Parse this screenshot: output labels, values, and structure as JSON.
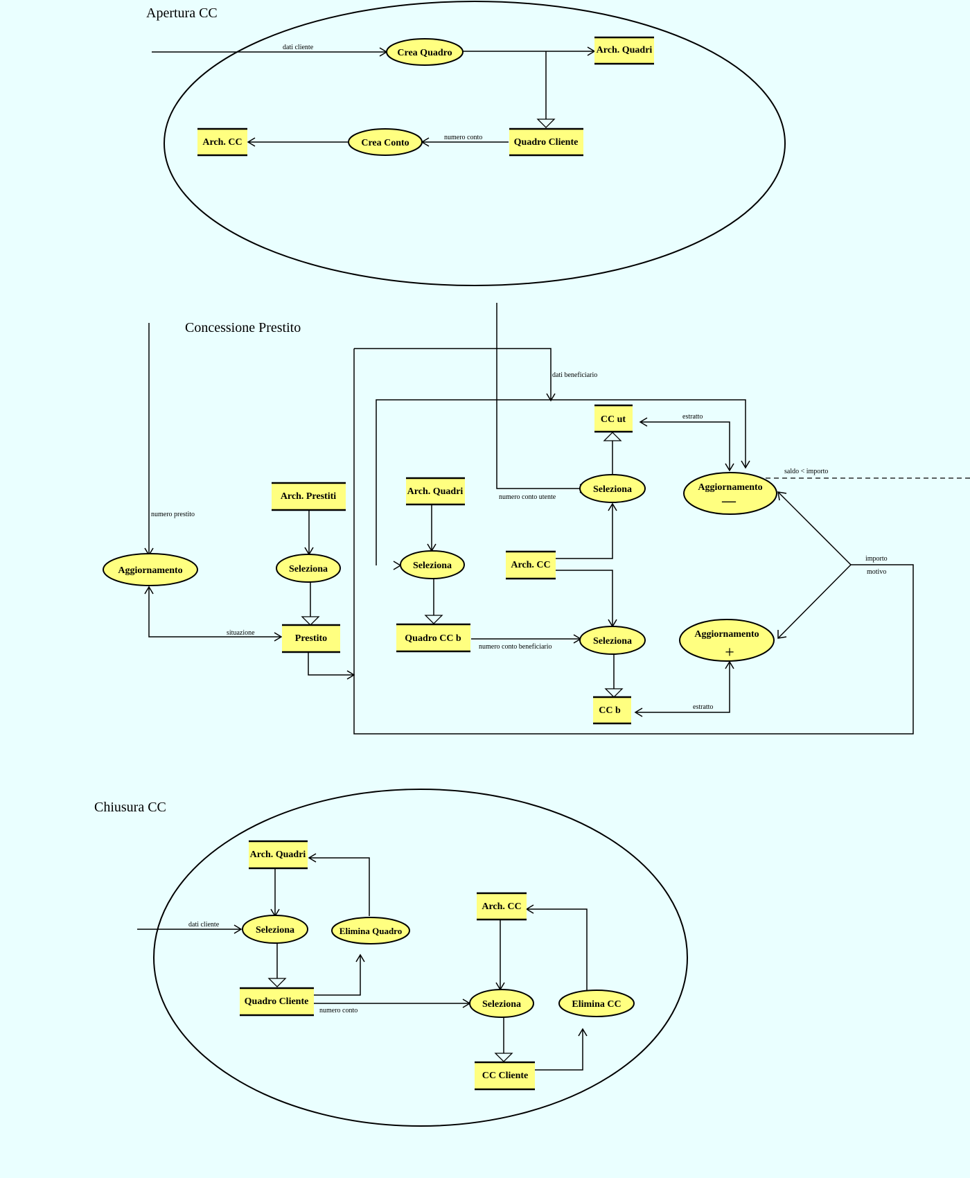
{
  "sections": {
    "apertura_cc": "Apertura CC",
    "concessione_prestito": "Concessione Prestito",
    "chiusura_cc": "Chiusura CC"
  },
  "stores": {
    "ap_arch_quadri": "Arch. Quadri",
    "ap_arch_cc": "Arch.  CC",
    "ap_quadro_cliente": "Quadro Cliente",
    "cp_arch_prestiti": "Arch.  Prestiti",
    "cp_prestito": "Prestito",
    "cp_arch_quadri": "Arch. Quadri",
    "cp_quadro_cc_b": "Quadro CC  b",
    "cp_arch_cc": "Arch.  CC",
    "cp_cc_ut": "CC ut",
    "cp_cc_b": "CC b",
    "ch_arch_quadri": "Arch. Quadri",
    "ch_quadro_cliente": "Quadro  Cliente",
    "ch_arch_cc": "Arch.  CC",
    "ch_cc_cliente": "CC   Cliente"
  },
  "processes": {
    "ap_crea_quadro": "Crea Quadro",
    "ap_crea_conto": "Crea Conto",
    "cp_aggiornamento_prestito": "Aggiornamento",
    "cp_seleziona_prestiti": "Seleziona",
    "cp_seleziona_quadri": "Seleziona",
    "cp_seleziona_ccut": "Seleziona",
    "cp_seleziona_ccb": "Seleziona",
    "cp_aggiornamento_meno": "Aggiornamento",
    "cp_aggiornamento_piu": "Aggiornamento",
    "ch_seleziona_quadro": "Seleziona",
    "ch_elimina_quadro": "Elimina Quadro",
    "ch_seleziona_cc": "Seleziona",
    "ch_elimina_cc": "Elimina CC"
  },
  "flows": {
    "ap_dati_cliente": "dati cliente",
    "ap_numero_conto": "numero conto",
    "cp_numero_prestito": "numero prestito",
    "cp_situazione": "situazione",
    "cp_dati_beneficiario": "dati beneficiario",
    "cp_numero_conto_utente": "numero conto utente",
    "cp_numero_conto_beneficiario": "numero conto beneficiario",
    "cp_estratto_ut": "estratto",
    "cp_estratto_b": "estratto",
    "cp_saldo_importo": "saldo < importo",
    "cp_importo": "importo",
    "cp_motivo": "motivo",
    "ch_dati_cliente": "dati cliente",
    "ch_numero_conto": "numero conto"
  },
  "symbols": {
    "minus": "—",
    "plus": "+"
  },
  "colors": {
    "background": "#eaffff",
    "node_fill": "#ffff80",
    "line": "#000000"
  }
}
